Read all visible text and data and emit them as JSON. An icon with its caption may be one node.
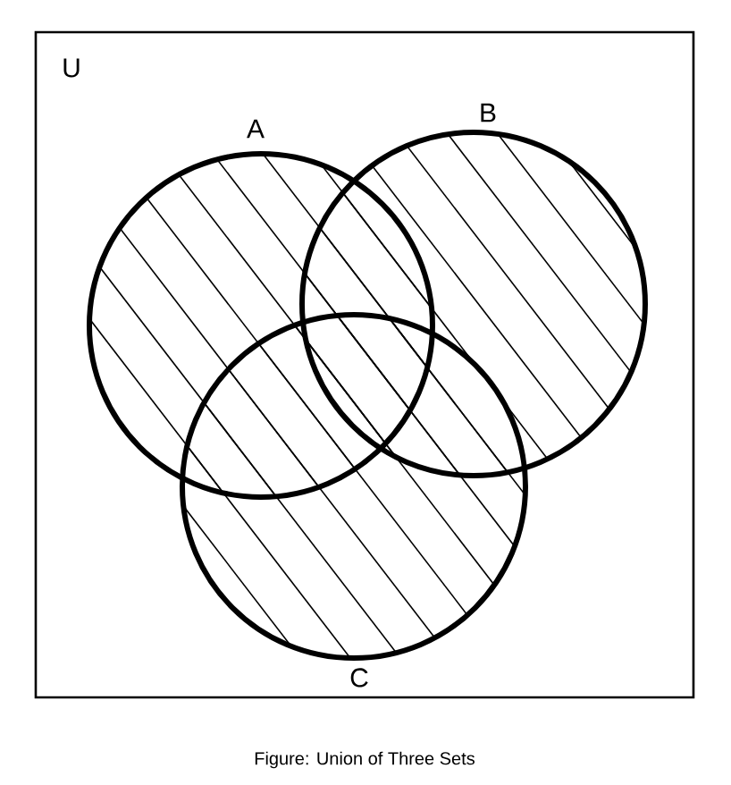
{
  "diagram": {
    "caption": "Figure: Union of Three Sets",
    "nodes": [
      {
        "text": [
          "U"
        ]
      },
      {
        "text": [
          "A"
        ],
        "in": 0
      },
      {
        "text": [
          "B"
        ],
        "in": 0
      },
      {
        "text": [
          "C"
        ],
        "in": 0
      }
    ]
  }
}
